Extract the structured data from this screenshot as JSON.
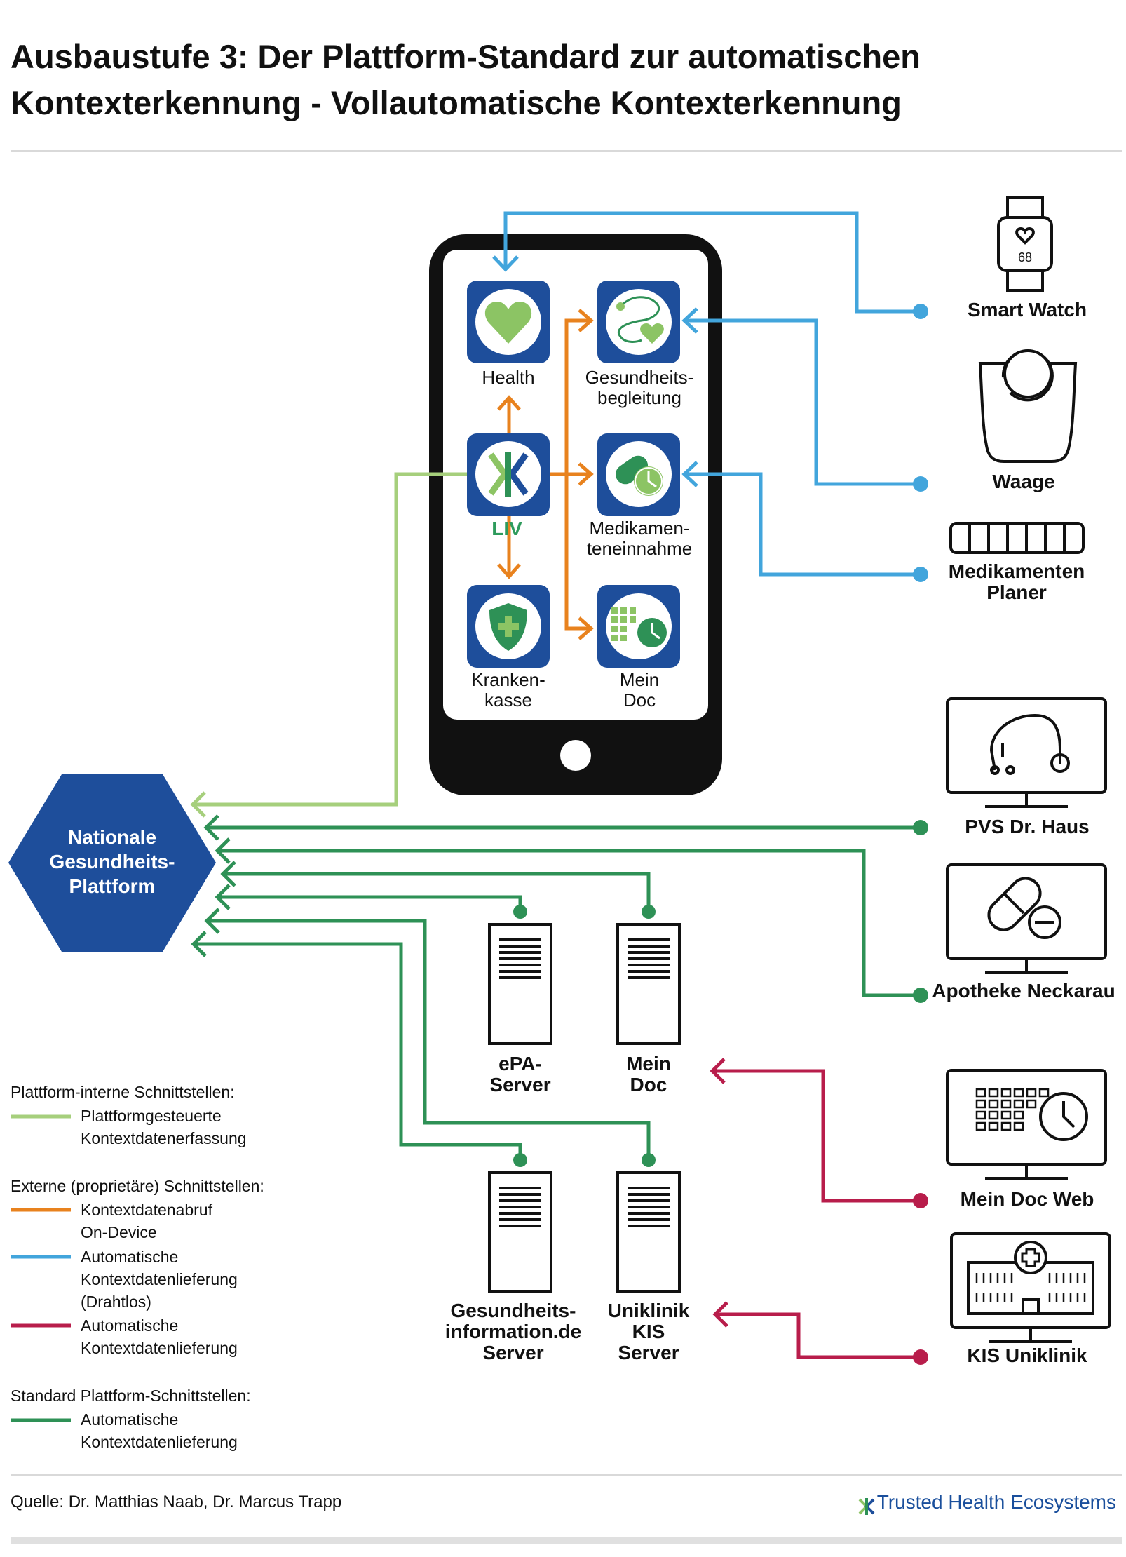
{
  "title_lines": [
    "Ausbaustufe 3: Der Plattform-Standard zur automatischen",
    "Kontexterkennung - Vollautomatische Kontexterkennung"
  ],
  "colors": {
    "light_green": "#a6cf7c",
    "orange": "#e8821e",
    "blue": "#42a5dc",
    "red": "#b81d4b",
    "green": "#2e9156",
    "navy": "#1e4e9b",
    "app_green": "#8cc464"
  },
  "phone_apps": {
    "health": "Health",
    "gesundheitsbegleitung": [
      "Gesundheits-",
      "begleitung"
    ],
    "liv": "LIV",
    "medikamenteneinnahme": [
      "Medikamen-",
      "teneinnahme"
    ],
    "krankenkasse": [
      "Kranken-",
      "kasse"
    ],
    "mein_doc": [
      "Mein",
      "Doc"
    ]
  },
  "devices": {
    "smart_watch": "Smart Watch",
    "watch_value": "68",
    "waage": "Waage",
    "medikamenten_planer": [
      "Medikamenten",
      "Planer"
    ]
  },
  "platform": [
    "Nationale",
    "Gesundheits-",
    "Plattform"
  ],
  "systems": {
    "pvs": "PVS Dr. Haus",
    "apotheke": "Apotheke Neckarau",
    "mein_doc_web": "Mein Doc Web",
    "kis_uniklinik": "KIS Uniklinik"
  },
  "servers": {
    "epa": [
      "ePA-",
      "Server"
    ],
    "mein_doc": [
      "Mein",
      "Doc"
    ],
    "gesundheitsinfo": [
      "Gesundheits-",
      "information.de",
      "Server"
    ],
    "uniklinik": [
      "Uniklinik",
      "KIS",
      "Server"
    ]
  },
  "legend": {
    "internal_head": "Plattform-interne Schnittstellen:",
    "internal_item": [
      "Plattformgesteuerte",
      "Kontextdatenerfassung"
    ],
    "external_head": "Externe (proprietäre) Schnittstellen:",
    "orange_item": [
      "Kontextdatenabruf",
      "On-Device"
    ],
    "blue_item": [
      "Automatische",
      "Kontextdatenlieferung",
      "(Drahtlos)"
    ],
    "red_item": [
      "Automatische",
      "Kontextdatenlieferung"
    ],
    "standard_head": "Standard Plattform-Schnittstellen:",
    "green_item": [
      "Automatische",
      "Kontextdatenlieferung"
    ]
  },
  "footer": {
    "source": "Quelle: Dr. Matthias Naab, Dr. Marcus Trapp",
    "brand": "Trusted Health Ecosystems"
  }
}
